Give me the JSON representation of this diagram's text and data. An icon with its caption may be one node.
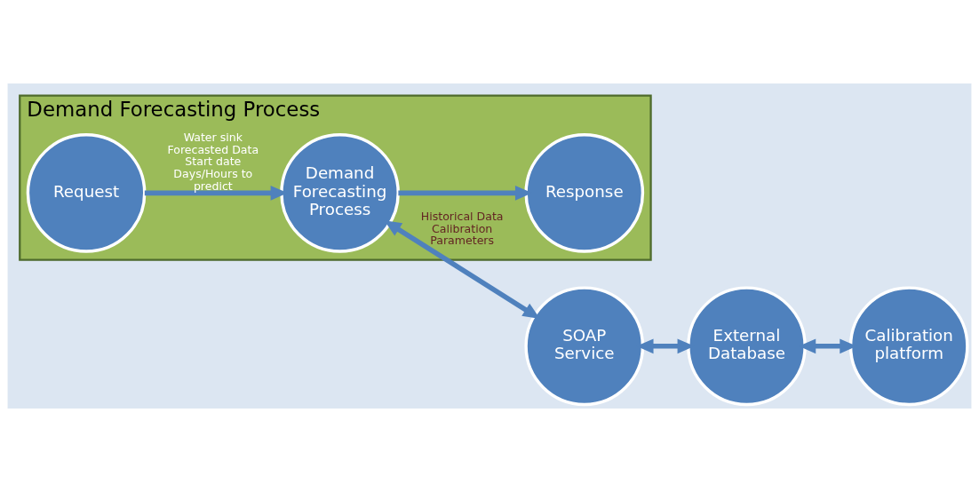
{
  "diagram": {
    "nodes": [
      {
        "text": [
          "Demand Forecasting Process"
        ]
      },
      {
        "text": [
          "Request"
        ],
        "in": 0
      },
      {
        "text": [
          "Demand Forecasting Process"
        ],
        "in": 0
      },
      {
        "text": [
          "Response"
        ],
        "in": 0
      },
      {
        "text": [
          "SOAP Service"
        ]
      },
      {
        "text": [
          "External Database"
        ]
      },
      {
        "text": [
          "Calibration platform"
        ]
      }
    ],
    "edges": [
      {
        "from": 1,
        "to": 2,
        "arrow": "to",
        "label": "Water sink Forecasted Data Start date Days/Hours to predict"
      },
      {
        "from": 2,
        "to": 3,
        "arrow": "to"
      },
      {
        "from": 2,
        "to": 4,
        "arrow": "both",
        "label": "Historical Data Calibration Parameters"
      },
      {
        "from": 4,
        "to": 5,
        "arrow": "both"
      },
      {
        "from": 5,
        "to": 6,
        "arrow": "both"
      }
    ]
  }
}
